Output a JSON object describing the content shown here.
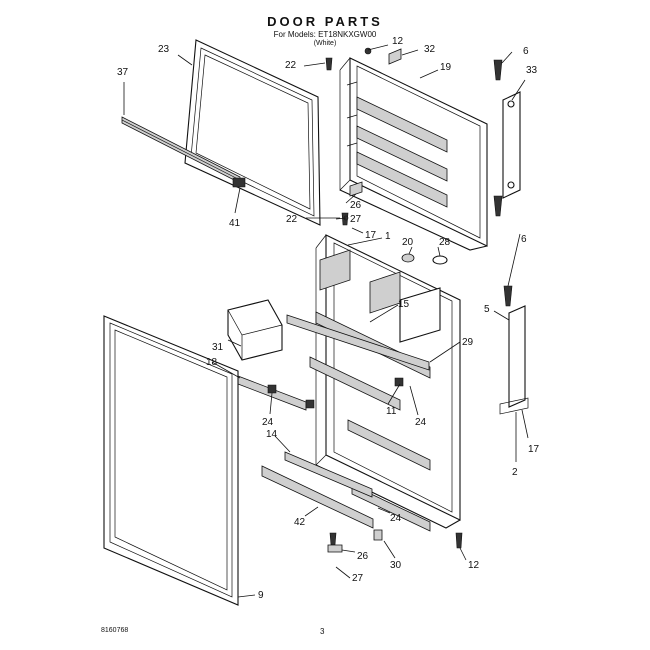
{
  "header": {
    "title": "DOOR PARTS",
    "models_line": "For Models: ET18NKXGW00",
    "color_code": "(White)"
  },
  "footer": {
    "part_code": "8160768",
    "page_number": "3"
  },
  "callouts": [
    "23",
    "12",
    "32",
    "6",
    "37",
    "22",
    "19",
    "33",
    "41",
    "26",
    "22",
    "27",
    "17",
    "1",
    "20",
    "28",
    "6",
    "5",
    "15",
    "31",
    "29",
    "18",
    "11",
    "24",
    "24",
    "14",
    "17",
    "2",
    "42",
    "24",
    "26",
    "30",
    "12",
    "27",
    "9"
  ]
}
